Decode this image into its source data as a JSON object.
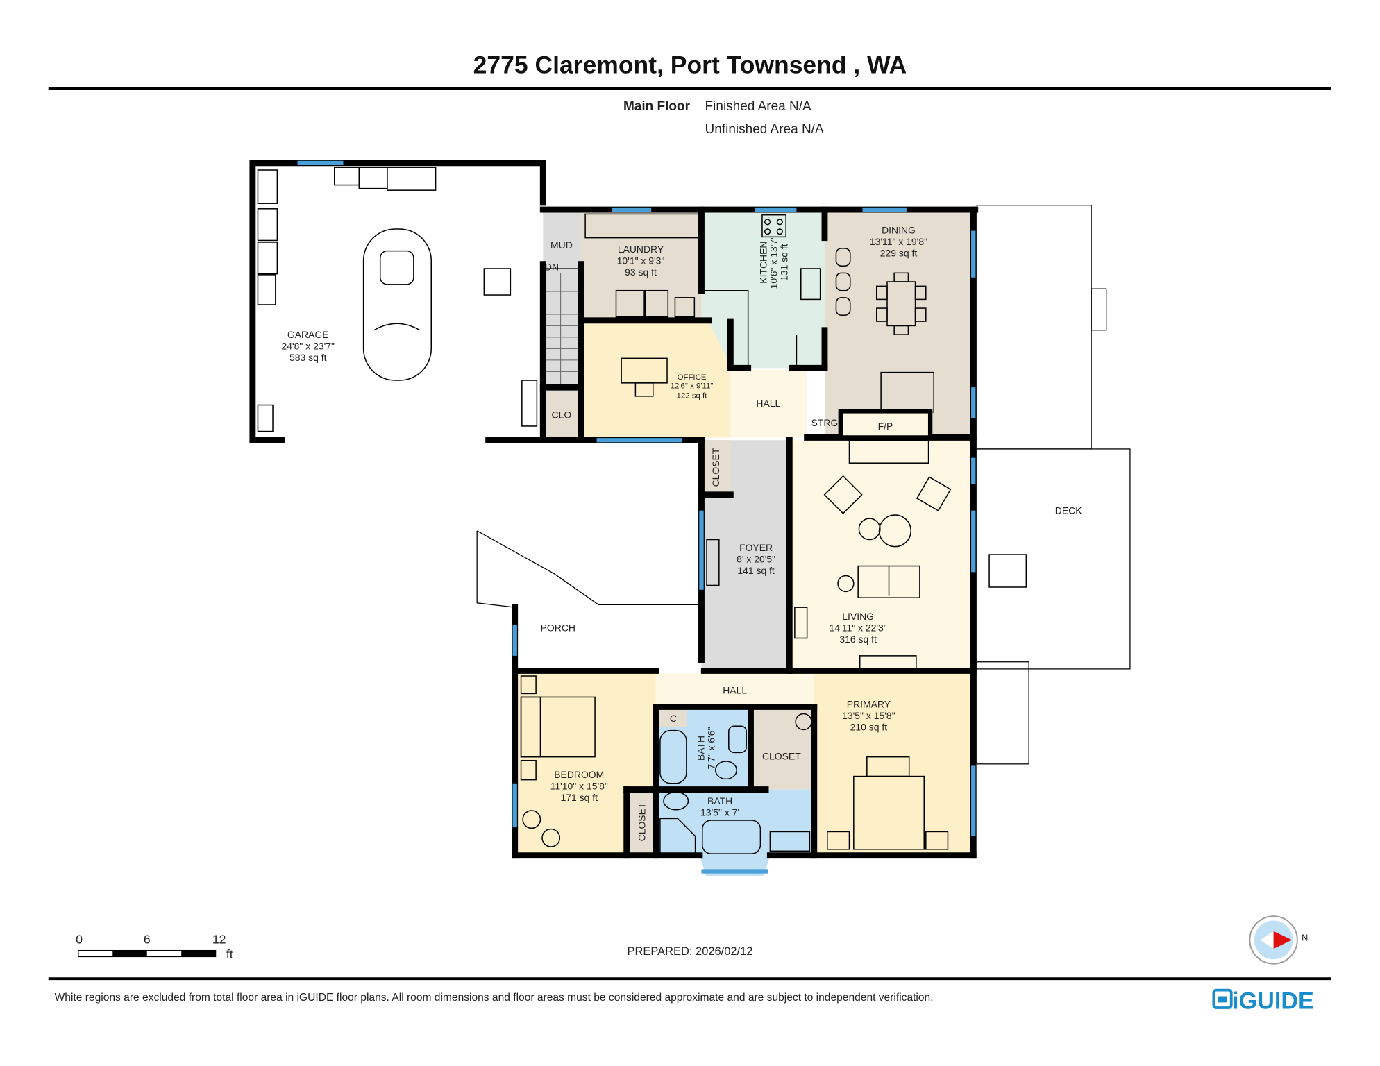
{
  "header": {
    "title": "2775 Claremont, Port Townsend , WA",
    "floor_label": "Main Floor",
    "finished_area": "Finished Area N/A",
    "unfinished_area": "Unfinished Area N/A"
  },
  "rooms": {
    "garage": {
      "name": "GARAGE",
      "dims": "24'8\" x 23'7\"",
      "area": "583 sq ft"
    },
    "mud": {
      "name": "MUD"
    },
    "dn": {
      "name": "DN"
    },
    "clo": {
      "name": "CLO"
    },
    "laundry": {
      "name": "LAUNDRY",
      "dims": "10'1\" x 9'3\"",
      "area": "93 sq ft"
    },
    "kitchen": {
      "name": "KITCHEN",
      "dims": "10'6\" x 13'7\"",
      "area": "131 sq ft"
    },
    "dining": {
      "name": "DINING",
      "dims": "13'11\" x 19'8\"",
      "area": "229 sq ft"
    },
    "office": {
      "name": "OFFICE",
      "dims": "12'6\" x 9'11\"",
      "area": "122 sq ft"
    },
    "hall_upper": {
      "name": "HALL"
    },
    "strg": {
      "name": "STRG"
    },
    "fp": {
      "name": "F/P"
    },
    "closet_foyer": {
      "name": "CLOSET"
    },
    "foyer": {
      "name": "FOYER",
      "dims": "8' x 20'5\"",
      "area": "141 sq ft"
    },
    "living": {
      "name": "LIVING",
      "dims": "14'11\" x 22'3\"",
      "area": "316 sq ft"
    },
    "deck": {
      "name": "DECK"
    },
    "porch": {
      "name": "PORCH"
    },
    "hall_lower": {
      "name": "HALL"
    },
    "bedroom": {
      "name": "BEDROOM",
      "dims": "11'10\" x 15'8\"",
      "area": "171 sq ft"
    },
    "c": {
      "name": "C"
    },
    "bath1": {
      "name": "BATH",
      "dims": "7'7\" x 6'6\""
    },
    "closet_mid": {
      "name": "CLOSET"
    },
    "primary": {
      "name": "PRIMARY",
      "dims": "13'5\" x 15'8\"",
      "area": "210 sq ft"
    },
    "closet_bed": {
      "name": "CLOSET"
    },
    "bath2": {
      "name": "BATH",
      "dims": "13'5\" x 7'"
    }
  },
  "scale_bar": {
    "ticks": [
      "0",
      "6",
      "12"
    ],
    "unit": "ft"
  },
  "prepared": "PREPARED: 2026/02/12",
  "compass": {
    "label": "N"
  },
  "footer": {
    "disclaimer": "White regions are excluded from total floor area in iGUIDE floor plans. All room dimensions and floor areas must be considered approximate and are subject to independent verification.",
    "logo": "iGUIDE"
  },
  "colors": {
    "window": "#4a9fd8",
    "beige": "#e6ddd1",
    "yellow": "#fdf0c8",
    "cream": "#fdf7e3",
    "mint": "#dfefe8",
    "gray": "#dcdcdc",
    "blue": "#bfe0f5",
    "brand": "#1a8ccc"
  }
}
